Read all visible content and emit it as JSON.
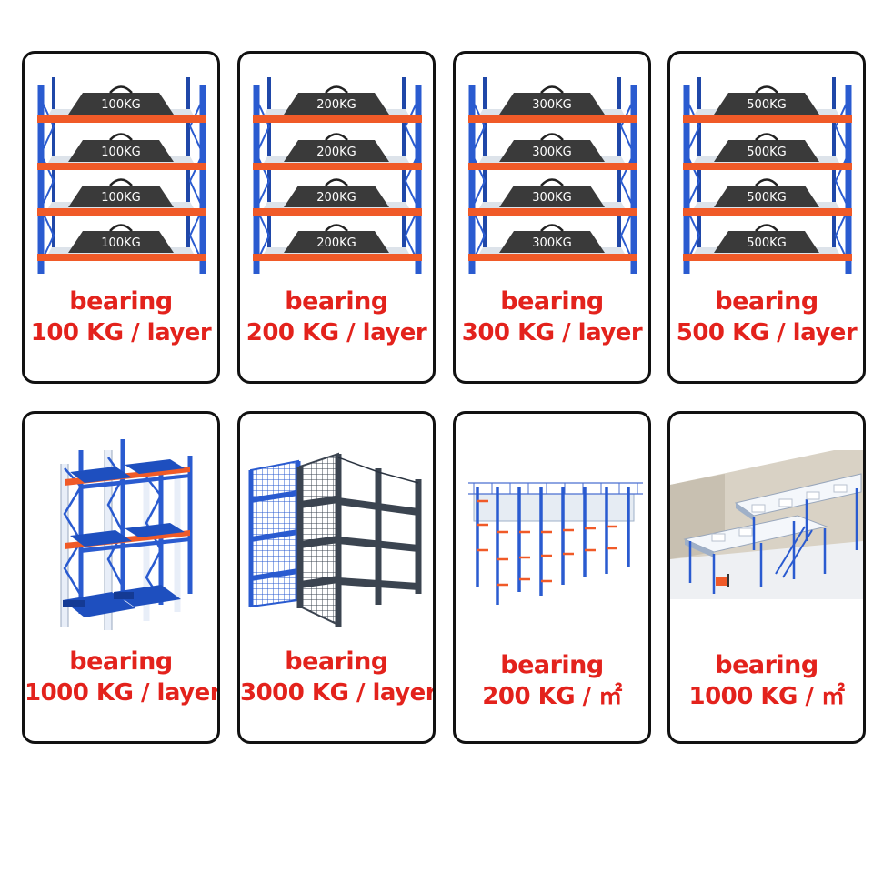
{
  "cards": [
    {
      "line1": "bearing",
      "line2": "100 KG / layer",
      "weight_label": "100KG"
    },
    {
      "line1": "bearing",
      "line2": "200 KG / layer",
      "weight_label": "200KG"
    },
    {
      "line1": "bearing",
      "line2": "300 KG / layer",
      "weight_label": "300KG"
    },
    {
      "line1": "bearing",
      "line2": "500 KG / layer",
      "weight_label": "500KG"
    },
    {
      "line1": "bearing",
      "line2": "1000 KG / layer"
    },
    {
      "line1": "bearing",
      "line2": "3000 KG / layer"
    },
    {
      "line1": "bearing",
      "line2": "200 KG / ㎡"
    },
    {
      "line1": "bearing",
      "line2": "1000 KG / ㎡"
    }
  ],
  "colors": {
    "rack_blue": "#2a5bd0",
    "beam_orange": "#f05a28",
    "weight_dark": "#3a3a3a",
    "caption_red": "#e3221c",
    "dark_rack": "#3b4450"
  }
}
